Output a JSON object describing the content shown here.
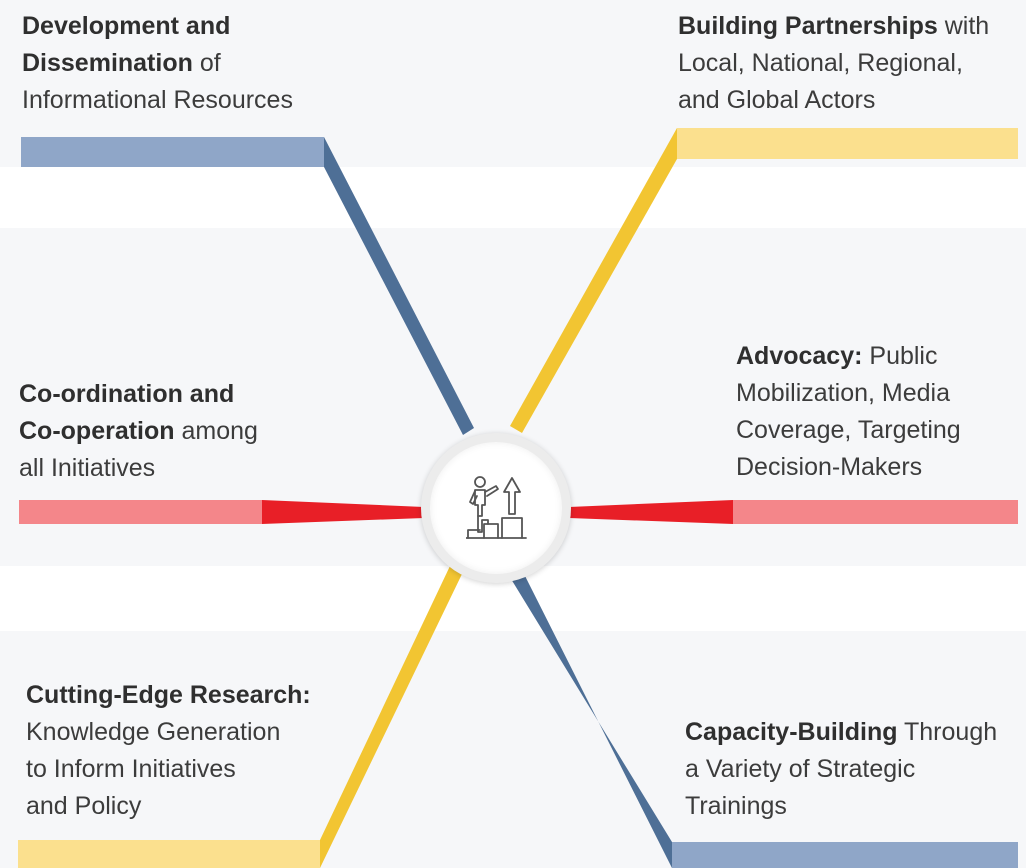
{
  "colors": {
    "blue_bar": "#8fa6c8",
    "blue_line": "#4e6f96",
    "yellow_bar": "#fbe08e",
    "yellow_line": "#f2c532",
    "pink_bar": "#f4868a",
    "red_line": "#e81f27",
    "band": "#f6f7f9"
  },
  "center_icon": "person-climbing-steps-arrow-up-icon",
  "items": {
    "top_left": {
      "bold": "Development and Dissemination",
      "lines": [
        "Development and",
        "Dissemination",
        " of",
        "Informational Resources"
      ]
    },
    "top_right": {
      "bold": "Building Partnerships",
      "lines": [
        "Building Partnerships",
        " with",
        "Local, National, Regional,",
        "and Global Actors"
      ]
    },
    "mid_left": {
      "bold": "Co-ordination and Co-operation",
      "lines": [
        "Co-ordination and",
        "Co-operation",
        " among",
        "all Initiatives"
      ]
    },
    "mid_right": {
      "bold": "Advocacy:",
      "lines": [
        "Advocacy:",
        " Public",
        "Mobilization, Media",
        "Coverage, Targeting",
        "Decision-Makers"
      ]
    },
    "bot_left": {
      "bold": "Cutting-Edge Research:",
      "lines": [
        "Cutting-Edge Research:",
        "Knowledge Generation",
        "to Inform Initiatives",
        "and Policy"
      ]
    },
    "bot_right": {
      "bold": "Capacity-Building",
      "lines": [
        "Capacity-Building",
        " Through",
        "a Variety of Strategic",
        "Trainings"
      ]
    }
  }
}
